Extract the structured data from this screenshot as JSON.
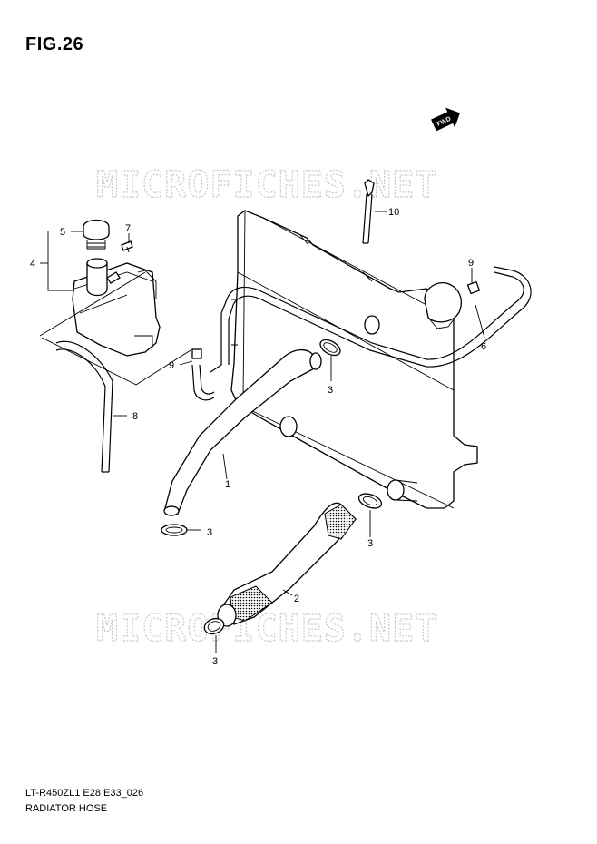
{
  "figure": {
    "title": "FIG.26"
  },
  "footer": {
    "code": "LT-R450ZL1 E28 E33_026",
    "name": "RADIATOR HOSE"
  },
  "watermark": {
    "text": "MICROFICHES.NET"
  },
  "fwd_badge": {
    "text": "FWD"
  },
  "callouts": {
    "c1": "1",
    "c2": "2",
    "c3a": "3",
    "c3b": "3",
    "c3c": "3",
    "c3d": "3",
    "c4": "4",
    "c5": "5",
    "c6": "6",
    "c7": "7",
    "c8": "8",
    "c9a": "9",
    "c9b": "9",
    "c10": "10"
  }
}
